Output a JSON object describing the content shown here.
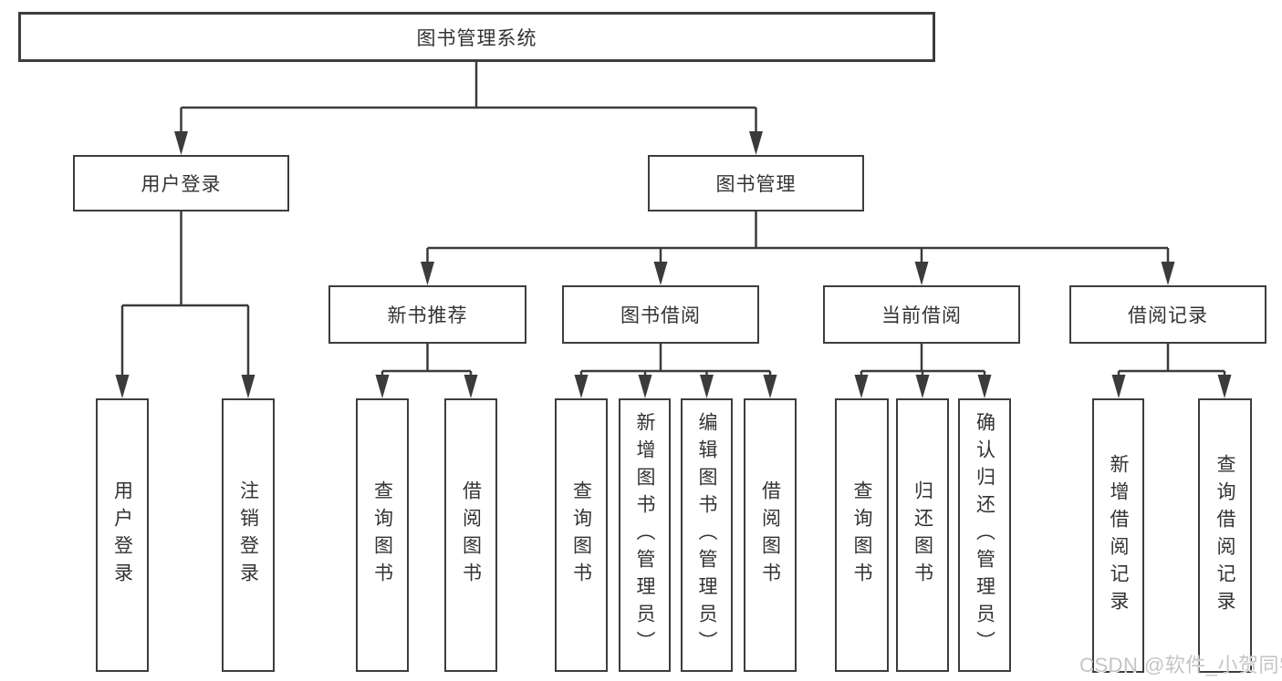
{
  "tree": {
    "label": "图书管理系统",
    "children": [
      {
        "label": "用户登录",
        "children": [
          {
            "label": "用户登录"
          },
          {
            "label": "注销登录"
          }
        ]
      },
      {
        "label": "图书管理",
        "children": [
          {
            "label": "新书推荐",
            "children": [
              {
                "label": "查询图书"
              },
              {
                "label": "借阅图书"
              }
            ]
          },
          {
            "label": "图书借阅",
            "children": [
              {
                "label": "查询图书"
              },
              {
                "label": "新增图书（管理员）"
              },
              {
                "label": "编辑图书（管理员）"
              },
              {
                "label": "借阅图书"
              }
            ]
          },
          {
            "label": "当前借阅",
            "children": [
              {
                "label": "查询图书"
              },
              {
                "label": "归还图书"
              },
              {
                "label": "确认归还（管理员）"
              }
            ]
          },
          {
            "label": "借阅记录",
            "children": [
              {
                "label": "新增借阅记录"
              },
              {
                "label": "查询借阅记录"
              }
            ]
          }
        ]
      }
    ]
  },
  "watermark": {
    "text": "CSDN @软件_小贺同学"
  },
  "colors": {
    "line": "#3b3b3b",
    "border": "#3d3d3d",
    "text": "#333333",
    "watermark": "#c5c5c5",
    "background": "#ffffff"
  }
}
